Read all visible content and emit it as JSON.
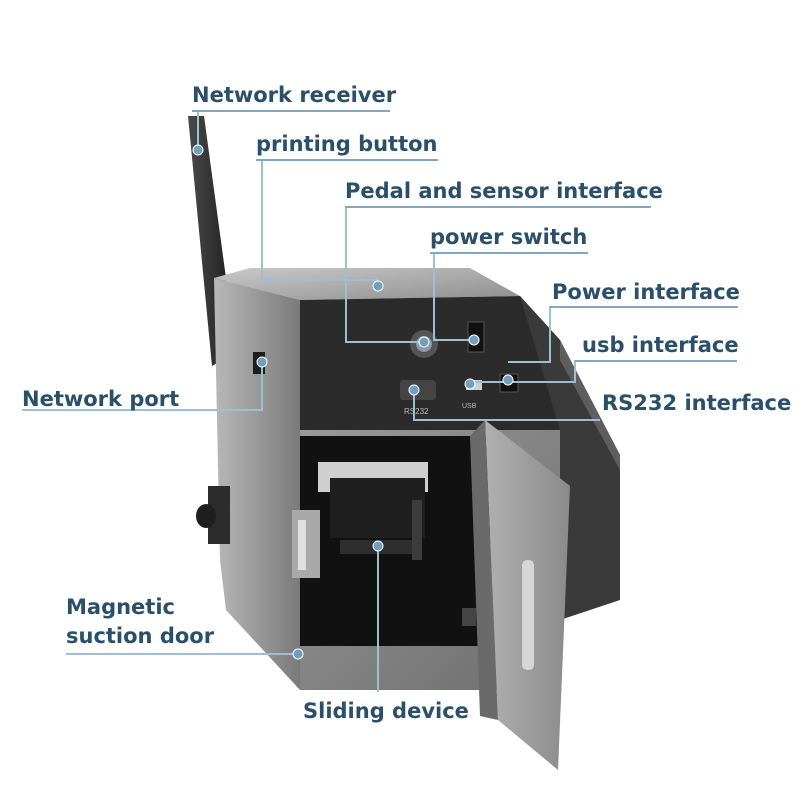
{
  "colors": {
    "label_text": "#2a4f68",
    "leader_line": "#9cbfd6",
    "dot": "#6fa0bf",
    "machine_body": "#8a8a8a",
    "machine_panel": "#2b2b2b"
  },
  "panel_text": {
    "rs232": "RS232",
    "usb": "USB"
  },
  "callouts": {
    "network_receiver": "Network receiver",
    "printing_button": "printing button",
    "pedal_sensor": "Pedal and sensor interface",
    "power_switch": "power switch",
    "power_interface": "Power interface",
    "usb_interface": "usb interface",
    "network_port": "Network port",
    "rs232_interface": "RS232 interface",
    "magnetic_line1": "Magnetic",
    "magnetic_line2": "suction door",
    "sliding_device": "Sliding device"
  }
}
